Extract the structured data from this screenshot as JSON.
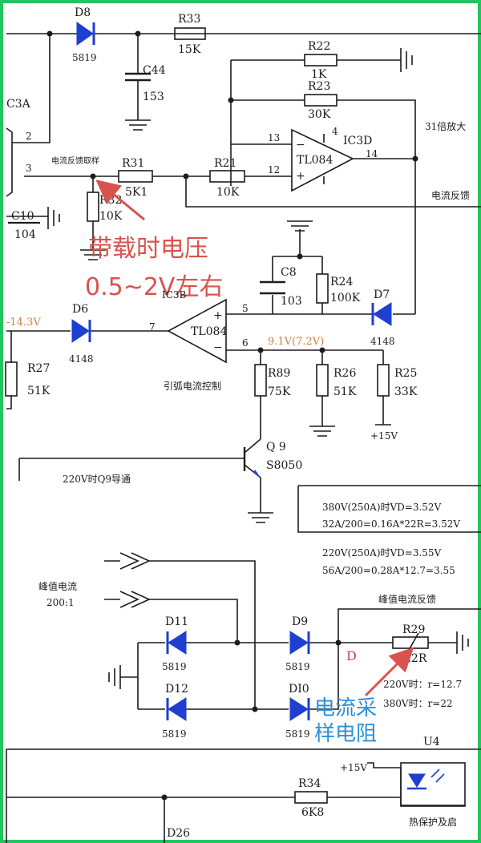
{
  "labels": {
    "d8_name": "D8",
    "d8_value": "5819",
    "r33_name": "R33",
    "r33_value": "15K",
    "c44_name": "C44",
    "c44_value": "153",
    "r22_name": "R22",
    "r22_value": "1K",
    "r23_name": "R23",
    "r23_value": "30K",
    "ic3a_name": "C3A",
    "pin2": "2",
    "pin3": "3",
    "ic3d_name": "IC3D",
    "ic3d_pin13": "13",
    "ic3d_pin12": "12",
    "ic3d_pin4": "4",
    "ic3d_pin14": "14",
    "ic3d_chip": "TL084",
    "gain_text": "31倍放大",
    "feedback_sample": "电流反馈取样",
    "r31_name": "R31",
    "r31_value": "5K1",
    "r21_name": "R21",
    "r21_value": "10K",
    "current_feedback_right": "电流反馈",
    "r32_name": "R32",
    "r32_value": "10K",
    "c10_name": "C10",
    "c10_value": "104",
    "c8_name": "C8",
    "c8_value": "103",
    "r24_name": "R24",
    "r24_value": "100K",
    "d7_name": "D7",
    "d7_value": "4148",
    "voltage_neg": "-14.3V",
    "d6_name": "D6",
    "d6_value": "4148",
    "ic3b_pin7": "7",
    "ic3b_pin5": "5",
    "ic3b_pin6": "6",
    "ic3b_name": "IC3B",
    "ic3b_chip": "TL084",
    "pin6_voltage": "9.1V(7.2V)",
    "r27_name": "R27",
    "r27_value": "51K",
    "arc_control": "引弧电流控制",
    "r89_name": "R89",
    "r89_value": "75K",
    "r26_name": "R26",
    "r26_value": "51K",
    "r25_name": "R25",
    "r25_value": "33K",
    "plus15": "+15V",
    "q9_name": "Q 9",
    "q9_value": "S8050",
    "q9_note": "220V时Q9导通",
    "note1": "380V(250A)时VD=3.52V",
    "note2": "32A/200=0.16A*22R=3.52V",
    "note3": "220V(250A)时VD=3.55V",
    "note4": "56A/200=0.28A*12.7=3.55",
    "peak_current": "峰值电流",
    "ratio": "200:1",
    "peak_feedback": "峰值电流反馈",
    "d11_name": "D11",
    "d11_value": "5819",
    "d12_name": "D12",
    "d12_value": "5819",
    "d9_name": "D9",
    "d9_value": "5819",
    "d10_name": "DI0",
    "d10_value": "5819",
    "r29_name": "R29",
    "r29_value": "22R",
    "node_d": "D",
    "r_220": "220V时：r=12.7",
    "r_380": "380V时：r=22",
    "u4_name": "U4",
    "plus15_b": "+15V",
    "r34_name": "R34",
    "r34_value": "6K8",
    "d26_name": "D26",
    "thermal": "热保护及启",
    "annot_load_line1": "带载时电压",
    "annot_load_line2": "0.5~2V左右",
    "annot_sample_line1": "电流采",
    "annot_sample_line2": "样电阻"
  },
  "colors": {
    "frame": "#22c55e",
    "diode": "#1f3fd0",
    "annotation_red": "#d9534f",
    "annotation_blue": "#2a8fd8",
    "voltage_orange": "#d08040",
    "node_pink": "#c0399a"
  }
}
